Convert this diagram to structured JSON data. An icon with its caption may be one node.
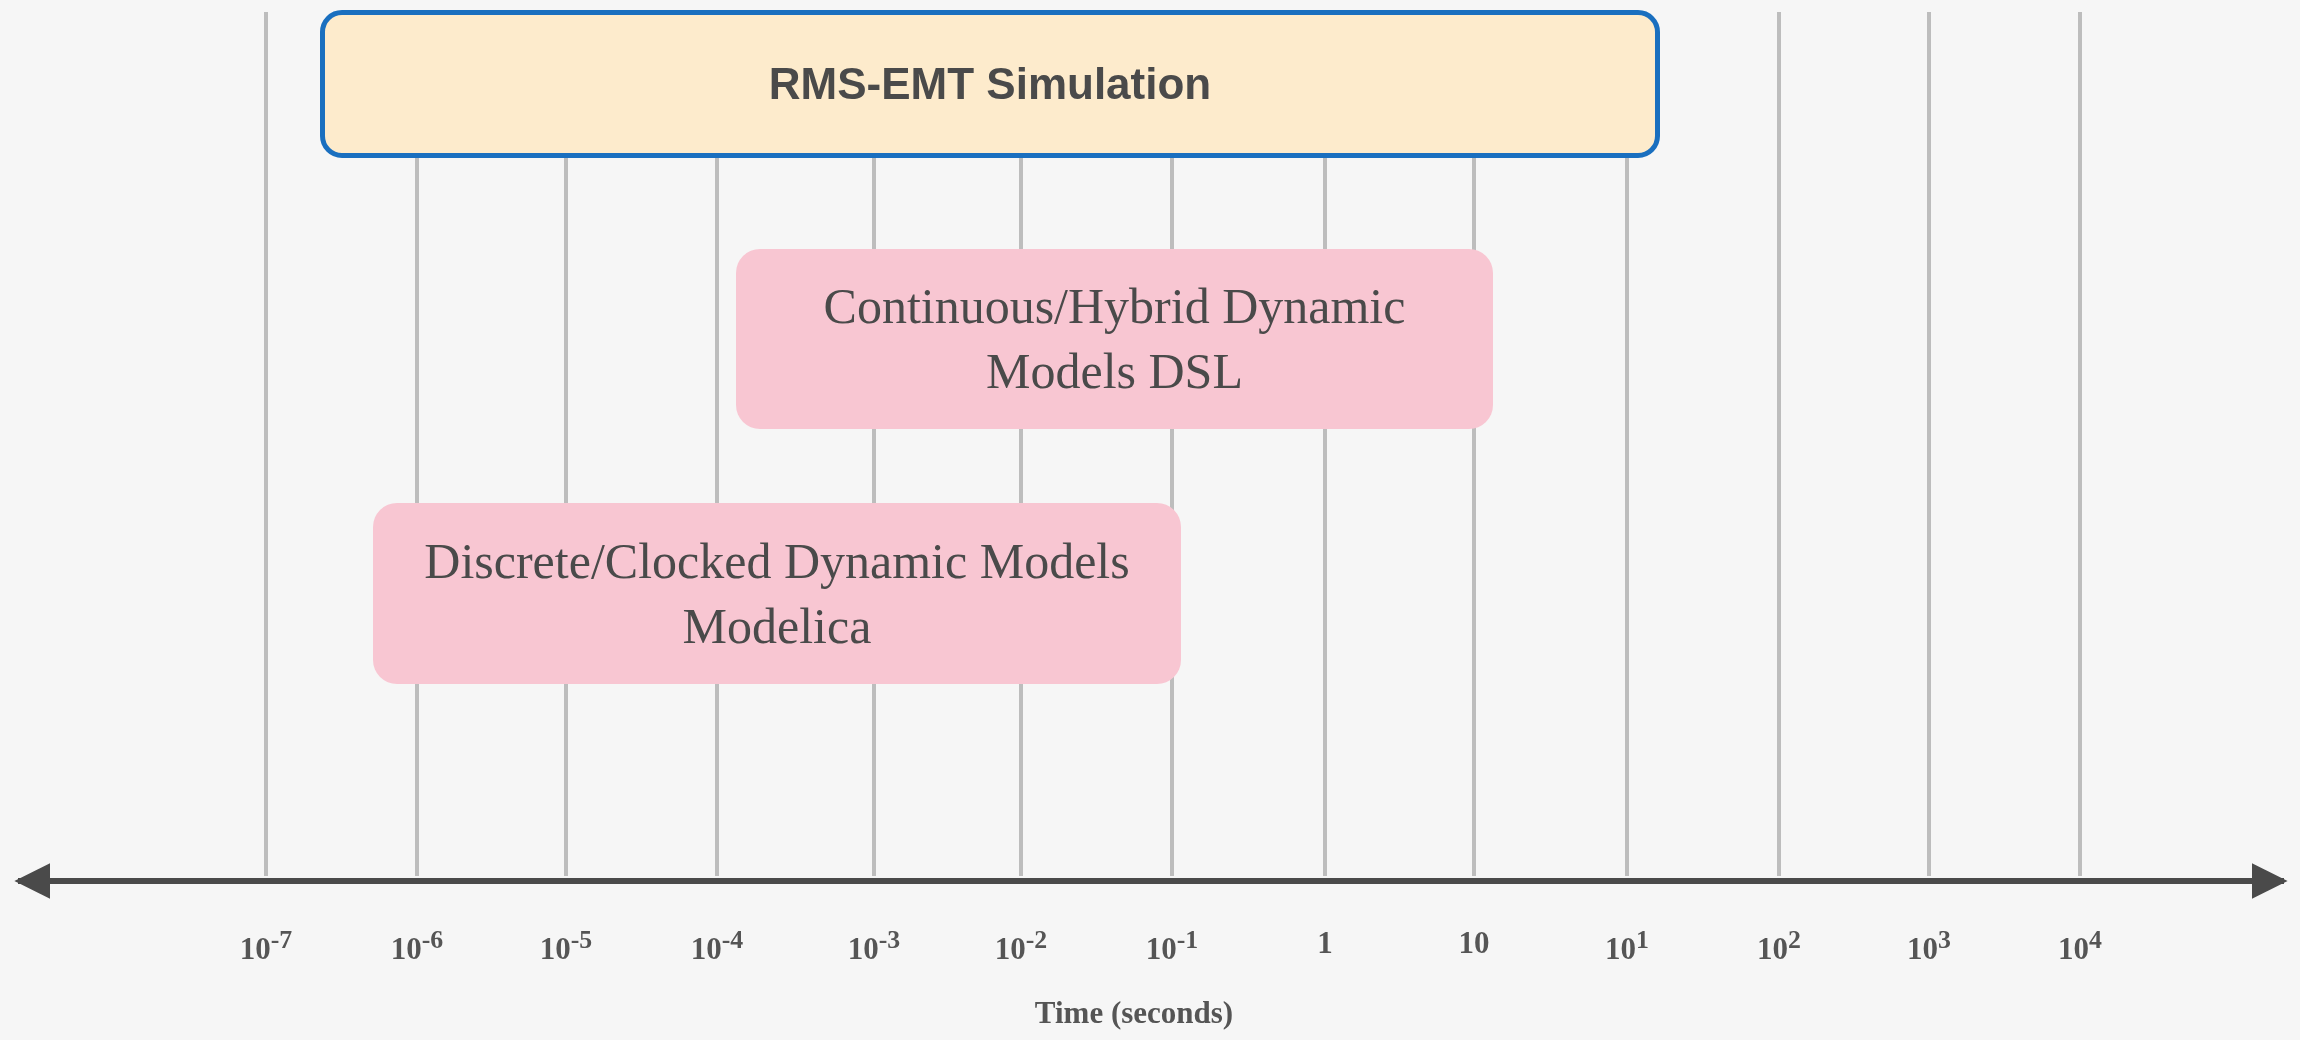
{
  "diagram": {
    "nodes": [
      {
        "text": [
          "RMS-EMT Simulation"
        ]
      },
      {
        "text": [
          "Continuous/Hybrid Dynamic Models DSL"
        ]
      },
      {
        "text": [
          "Discrete/Clocked Dynamic Models Modelica"
        ]
      }
    ],
    "labels": [
      "10$^{-7}$",
      "10$^{-6}$",
      "10$^{-5}$",
      "10$^{-4}$",
      "10$^{-3}$",
      "10$^{-2}$",
      "10$^{-1}$",
      "1",
      "10",
      "10$^{1}$",
      "10$^{2}$",
      "10$^{3}$",
      "10$^{4}$",
      "Time (seconds)"
    ]
  }
}
